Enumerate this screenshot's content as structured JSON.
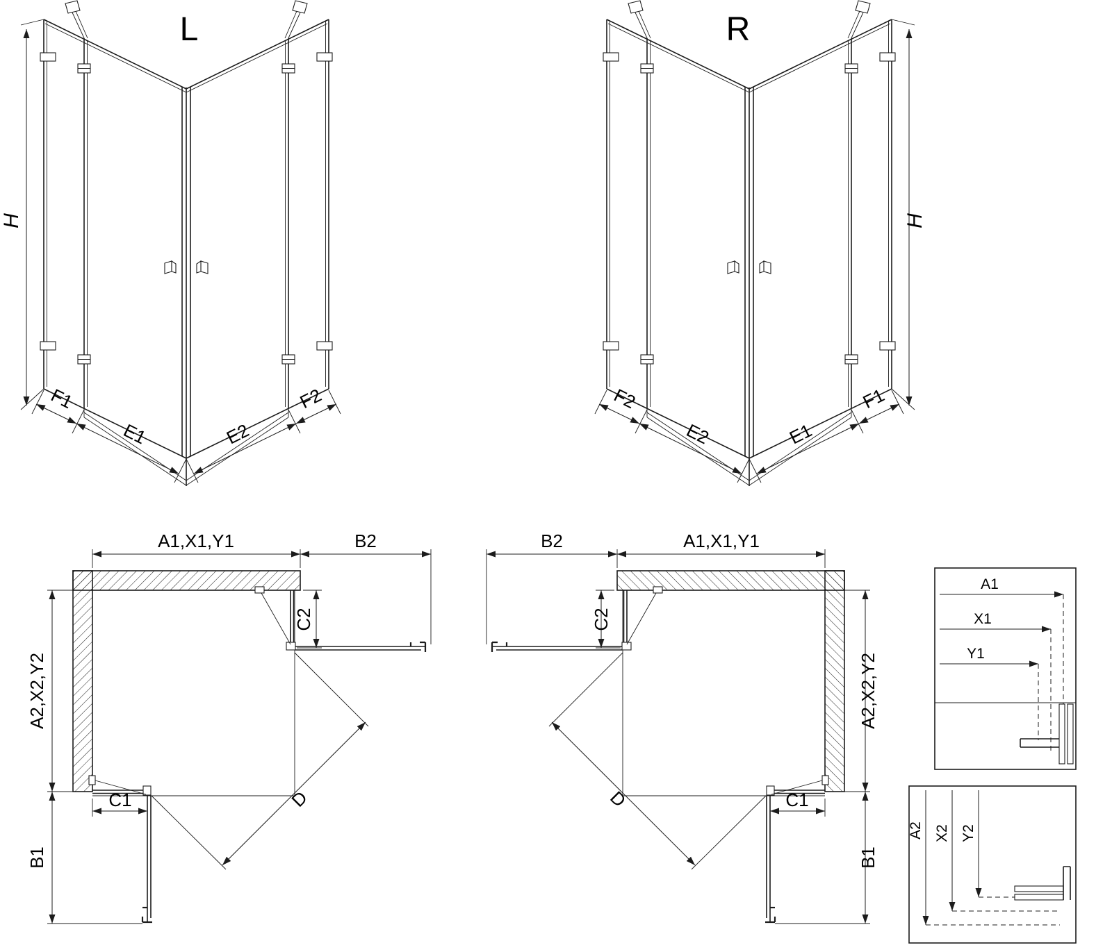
{
  "page": {
    "background": "#ffffff",
    "line_color": "#1c1c1c"
  },
  "views": {
    "iso_l": {
      "title": "L",
      "height": "H",
      "fixed_left": "F1",
      "door_left": "E1",
      "door_right": "E2",
      "fixed_right": "F2"
    },
    "iso_r": {
      "title": "R",
      "height": "H",
      "fixed_left": "F2",
      "door_left": "E2",
      "door_right": "E1",
      "fixed_right": "F1"
    },
    "plan_l": {
      "width_top": "A1,X1,Y1",
      "side_extension": "B2",
      "fixed_top": "C2",
      "depth_left": "A2,X2,Y2",
      "fixed_bottom": "C1",
      "door_clearance": "B1",
      "diagonal": "D"
    },
    "plan_r": {
      "width_top": "A1,X1,Y1",
      "side_extension": "B2",
      "fixed_top": "C2",
      "depth_left": "A2,X2,Y2",
      "fixed_bottom": "C1",
      "door_clearance": "B1",
      "diagonal": "D"
    },
    "detail_top": {
      "labels": [
        "A1",
        "X1",
        "Y1"
      ]
    },
    "detail_bottom": {
      "labels": [
        "A2",
        "X2",
        "Y2"
      ]
    }
  }
}
